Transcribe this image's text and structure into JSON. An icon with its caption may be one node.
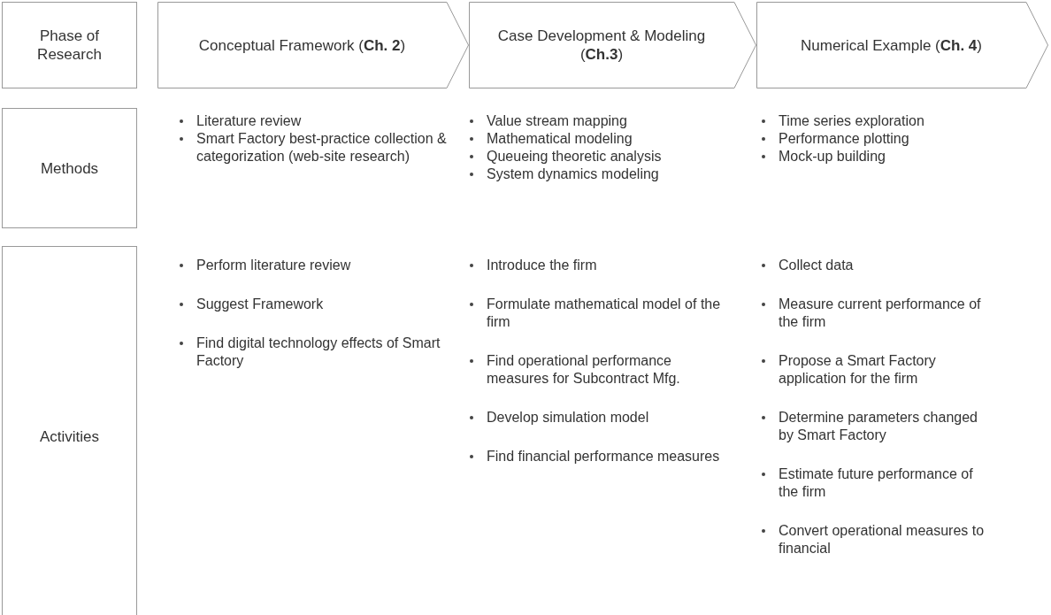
{
  "diagram": {
    "nodes": [
      {
        "text": [
          "Phase of Research"
        ]
      },
      {
        "text": [
          "Methods"
        ]
      },
      {
        "text": [
          "Activities"
        ]
      },
      {
        "text": [
          "Conceptual Framework (**Ch. 2**)"
        ]
      },
      {
        "text": [
          "Case Development & Modeling (**Ch.3**)"
        ]
      },
      {
        "text": [
          "Numerical Example (**Ch. 4**)"
        ]
      }
    ],
    "labels": [
      "Literature review",
      "Smart Factory best-practice collection & categorization (web-site research)",
      "Value stream mapping",
      "Mathematical modeling",
      "Queueing theoretic analysis",
      "System dynamics modeling",
      "Time series exploration",
      "Performance plotting",
      "Mock-up building",
      "Perform literature review",
      "Suggest Framework",
      "Find digital technology effects of Smart Factory",
      "Introduce the firm",
      "Formulate mathematical model of the firm",
      "Find operational performance measures for Subcontract Mfg.",
      "Develop simulation model",
      "Find financial performance measures",
      "Collect data",
      "Measure current performance of the firm",
      "Propose a Smart Factory application for the firm",
      "Determine parameters changed by Smart Factory",
      "Estimate future performance of the firm",
      "Convert operational measures to financial"
    ]
  }
}
